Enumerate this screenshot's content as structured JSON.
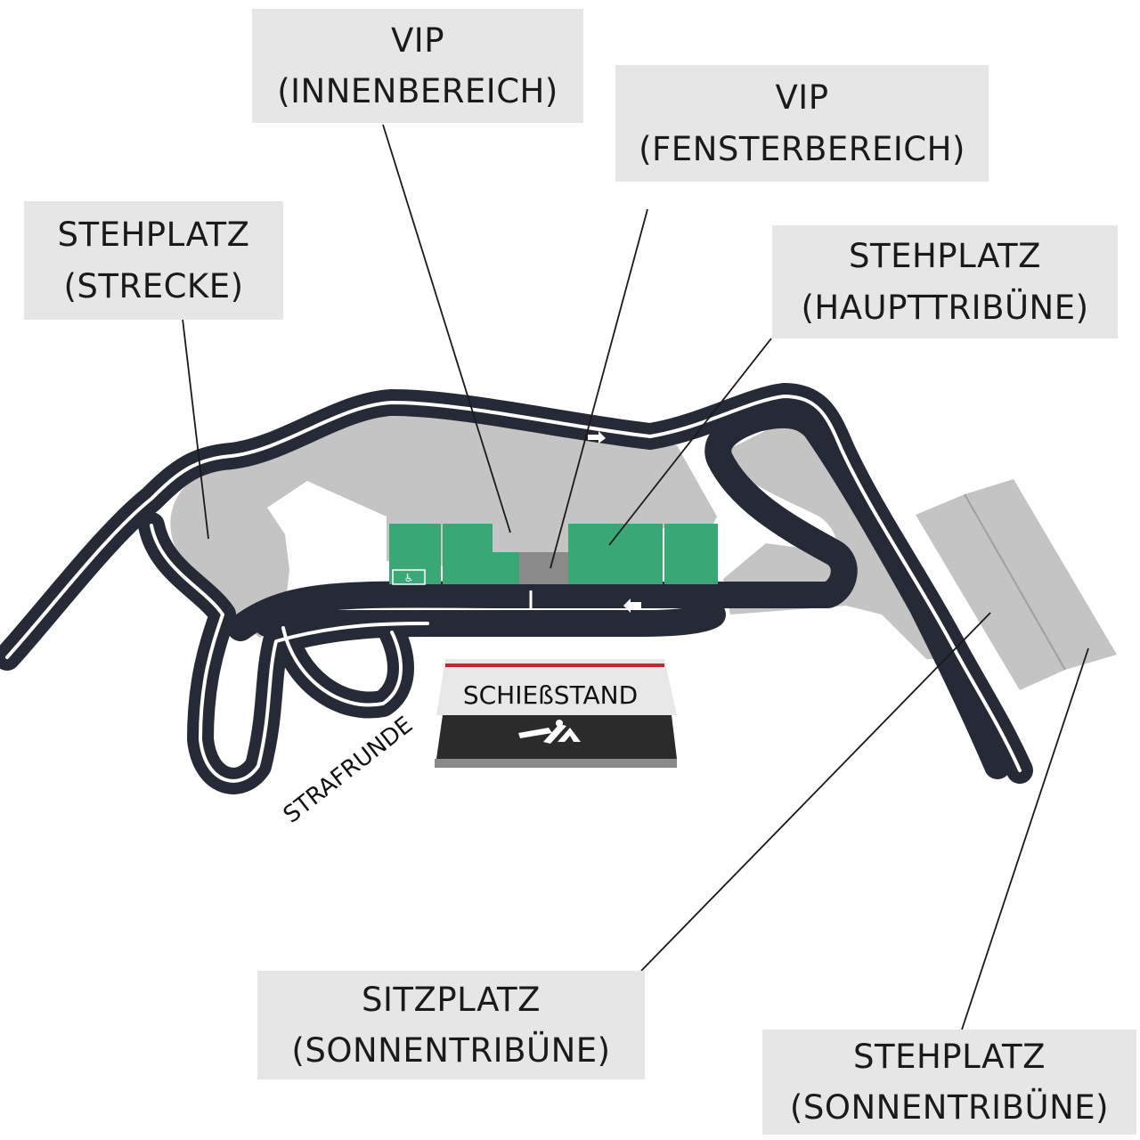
{
  "labels": {
    "vip_innen": {
      "line1": "VIP",
      "line2": "(INNENBEREICH)"
    },
    "vip_fenster": {
      "line1": "VIP",
      "line2": "(FENSTERBEREICH)"
    },
    "stehplatz_strecke": {
      "line1": "STEHPLATZ",
      "line2": "(STRECKE)"
    },
    "stehplatz_haupt": {
      "line1": "STEHPLATZ",
      "line2": "(HAUPTTRIBÜNE)"
    },
    "sitzplatz_sonne": {
      "line1": "SITZPLATZ",
      "line2": "(SONNENTRIBÜNE)"
    },
    "stehplatz_sonne": {
      "line1": "STEHPLATZ",
      "line2": "(SONNENTRIBÜNE)"
    }
  },
  "map": {
    "shooting_range": "SCHIEßSTAND",
    "penalty_loop": "STRAFRUNDE",
    "wheelchair_symbol": "♿",
    "icons": [
      "wheelchair-icon",
      "biathlon-logo-icon",
      "direction-arrow-icon"
    ],
    "colors": {
      "track": "#262a36",
      "area": "#c4c4c4",
      "stand_green": "#3aa876",
      "vip_window": "#8a8a8a",
      "range_red": "#cc2229",
      "range_dark": "#2b2b2b",
      "label_bg": "#e6e6e6"
    }
  }
}
